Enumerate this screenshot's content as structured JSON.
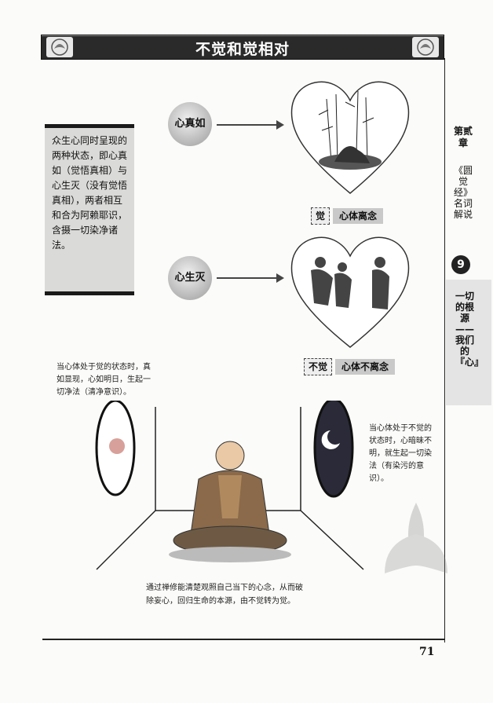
{
  "header": {
    "title": "不觉和觉相对"
  },
  "sidebar": {
    "chapter": "第贰章",
    "book_title": "《圆觉经》名词解说",
    "chapter_number": "9",
    "section_title": "一切的根源——我们的『心』"
  },
  "intro": {
    "text": "众生心同时呈现的两种状态，即心真如（觉悟真相）与心生灭（没有觉悟真相），两者相互和合为阿赖耶识，含摄一切染净诸法。"
  },
  "concepts": [
    {
      "name": "心真如",
      "tag": "觉",
      "desc": "心体离念"
    },
    {
      "name": "心生灭",
      "tag": "不觉",
      "desc": "心体不离念"
    }
  ],
  "notes": {
    "left": "当心体处于觉的状态时，真如显现，心如明日，生起一切净法（清净意识）。",
    "right": "当心体处于不觉的状态时，心暗昧不明，就生起一切染法（有染污的意识）。",
    "bottom": "通过禅修能清楚观照自己当下的心念，从而破除妄心，回归生命的本源，由不觉转为觉。"
  },
  "footer": {
    "page_number": "71"
  }
}
